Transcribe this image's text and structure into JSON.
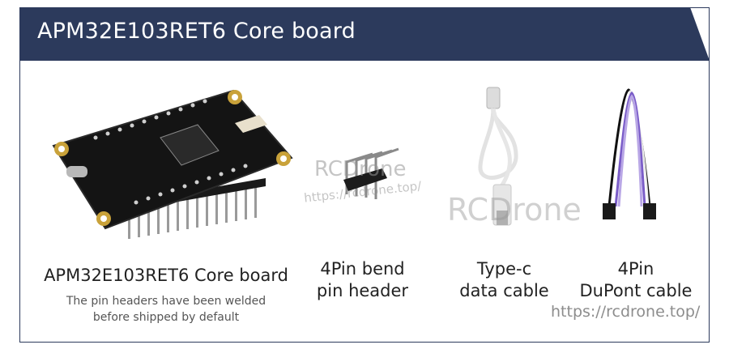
{
  "header": {
    "title": "APM32E103RET6 Core board"
  },
  "items": [
    {
      "label_line1": "APM32E103RET6 Core board",
      "label_line2": "",
      "sublabel_line1": "The pin headers have been welded",
      "sublabel_line2": "before shipped by default",
      "icon": "core-board"
    },
    {
      "label_line1": "4Pin bend",
      "label_line2": "pin header",
      "icon": "pin-header"
    },
    {
      "label_line1": "Type-c",
      "label_line2": "data cable",
      "icon": "usb-cable"
    },
    {
      "label_line1": "4Pin",
      "label_line2": "DuPont cable",
      "icon": "dupont-cable"
    }
  ],
  "watermarks": {
    "brand_small": "RCDrone",
    "url_small": "https://rcdrone.top/",
    "brand_large": "RCDrone",
    "url_large": "https://rcdrone.top/"
  },
  "colors": {
    "header_bg": "#2c3a5c",
    "board": "#141414",
    "pad_gold": "#c9a23a"
  }
}
